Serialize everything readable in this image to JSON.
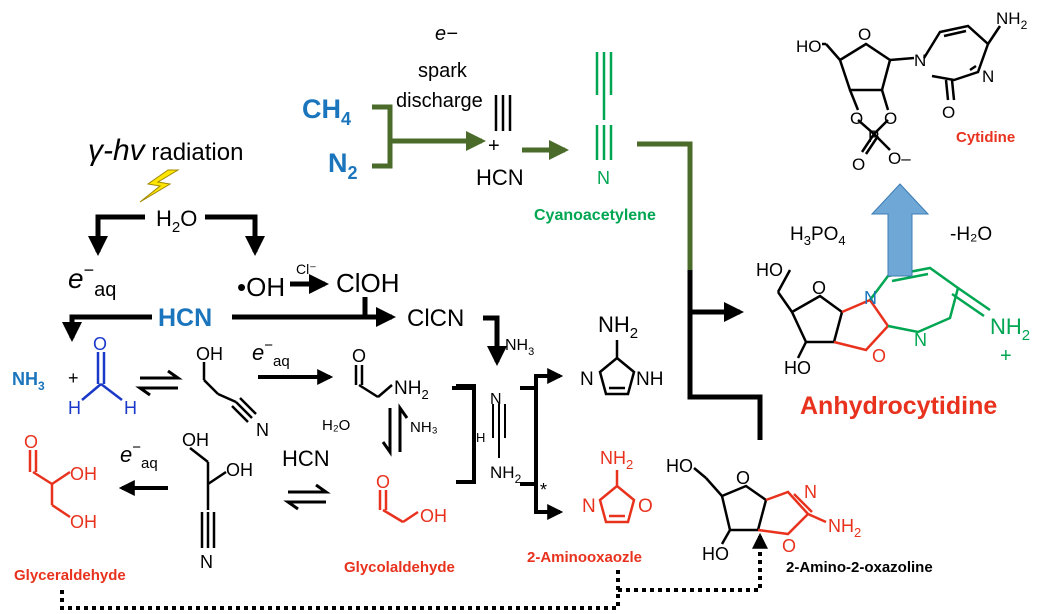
{
  "colors": {
    "black": "#000000",
    "red": "#e8321e",
    "blue": "#1b75bc",
    "green": "#00a651",
    "dark_green": "#4a6b2a",
    "light_blue": "#6fa8d6",
    "yellow": "#ffe600"
  },
  "texts": {
    "ch4": "CH",
    "ch4_sub": "4",
    "n2": "N",
    "n2_sub": "2",
    "e_minus": "e−",
    "spark": "spark",
    "discharge": "discharge",
    "plus_top": "+",
    "hcn_top": "HCN",
    "cyanoacetylene": "Cyanoacetylene",
    "radiation_gamma": "γ-hv",
    "radiation_word": " radiation",
    "h2o_h": "H",
    "h2o_sub": "2",
    "h2o_o": "O",
    "e_aq_1": "e",
    "e_aq_1_sup": "−",
    "e_aq_1_sub": "aq",
    "oh_radical": "•OH",
    "cl_minus": "Cl⁻",
    "cloh": "ClOH",
    "hcn_blue": "HCN",
    "clcn": "ClCN",
    "nh3_clcn": "NH",
    "nh3_clcn_sub": "3",
    "nh3_blue": "NH",
    "nh3_blue_sub": "3",
    "plus_mid": "+",
    "form_o": "O",
    "form_h1": "H",
    "form_h2": "H",
    "glyco_oh": "OH",
    "glyco_n": "N",
    "e_aq_2": "e",
    "e_aq_2_sup": "−",
    "e_aq_2_sub": "aq",
    "amino_o": "O",
    "amino_nh2": "NH",
    "amino_nh2_sub": "2",
    "h2o_left": "H₂O",
    "nh3_right": "NH₃",
    "glycolald_o": "O",
    "glycolald_oh": "OH",
    "glycolaldehyde": "Glycolaldehyde",
    "cyan_n": "N",
    "cyan_nh2": "NH",
    "cyan_nh2_sub": "2",
    "cyan_h": "H",
    "aminoimid_nh2": "NH",
    "aminoimid_nh2_sub": "2",
    "aminoimid_n": "N",
    "aminoimid_nh": "NH",
    "star": "*",
    "aminooxazole_nh2": "NH",
    "aminooxazole_nh2_sub": "2",
    "aminooxazole_n": "N",
    "aminooxazole_o": "O",
    "aminooxazole_label": "2-Aminooxaozle",
    "glycer_o": "O",
    "glycer_oh1": "OH",
    "glycer_oh2": "OH",
    "glyceraldehyde": "Glyceraldehyde",
    "e_aq_3": "e",
    "e_aq_3_sup": "−",
    "e_aq_3_sub": "aq",
    "gcn_oh1": "OH",
    "gcn_oh2": "OH",
    "gcn_n": "N",
    "hcn_mid": "HCN",
    "oxazoline_ho1": "HO",
    "oxazoline_ho2": "HO",
    "oxazoline_o": "O",
    "oxazoline_n": "N",
    "oxazoline_o2": "O",
    "oxazoline_nh2": "NH",
    "oxazoline_nh2_sub": "2",
    "oxazoline_label": "2-Amino-2-oxazoline",
    "anhydro_ho1": "HO",
    "anhydro_ho2": "HO",
    "anhydro_o": "O",
    "anhydro_n1": "N",
    "anhydro_n2": "N",
    "anhydro_o2": "O",
    "anhydro_nh2": "NH",
    "anhydro_nh2_sub": "2",
    "anhydro_plus": "+",
    "anhydro_label": "Anhydrocytidine",
    "h3po4": "H",
    "h3po4_sub": "3",
    "h3po4_rest": "PO",
    "h3po4_sub2": "4",
    "minus_h2o": "-H₂O",
    "cyt_ho": "HO",
    "cyt_o": "O",
    "cyt_n": "N",
    "cyt_nh2": "NH",
    "cyt_nh2_sub": "2",
    "cyt_n2": "N",
    "cyt_o_carbonyl": "O",
    "cyt_o3": "O",
    "cyt_o4": "O",
    "cyt_p": "P",
    "cyt_o5": "O",
    "cyt_o6": "O–",
    "cytidine": "Cytidine"
  }
}
